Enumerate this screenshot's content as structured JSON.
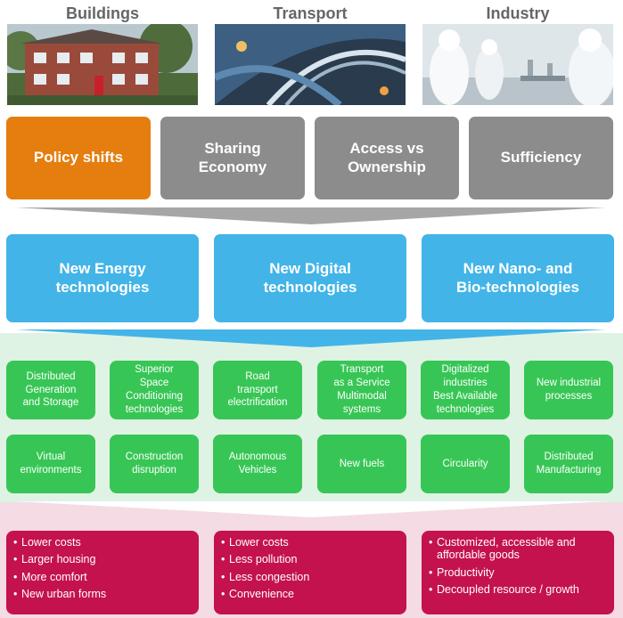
{
  "sectors": [
    {
      "title": "Buildings",
      "photo_icon": "building-photo"
    },
    {
      "title": "Transport",
      "photo_icon": "transport-photo"
    },
    {
      "title": "Industry",
      "photo_icon": "industry-photo"
    }
  ],
  "drivers": [
    {
      "label": "Policy shifts",
      "color": "#e57e0f"
    },
    {
      "label": "Sharing Economy",
      "color": "#8c8c8c"
    },
    {
      "label": "Access vs Ownership",
      "color": "#8c8c8c"
    },
    {
      "label": "Sufficiency",
      "color": "#8c8c8c"
    }
  ],
  "technologies": [
    {
      "label": "New Energy technologies"
    },
    {
      "label": "New Digital technologies"
    },
    {
      "label": "New Nano- and Bio-technologies"
    }
  ],
  "innovations": {
    "row1": [
      {
        "lines": [
          "Distributed",
          "Generation",
          "and Storage"
        ]
      },
      {
        "lines": [
          "Superior",
          "Space",
          "Conditioning",
          "technologies"
        ]
      },
      {
        "lines": [
          "Road",
          "transport",
          "electrification"
        ]
      },
      {
        "lines": [
          "Transport",
          "as a Service",
          "Multimodal",
          "systems"
        ]
      },
      {
        "lines": [
          "Digitalized",
          "industries",
          "Best Available",
          "technologies"
        ]
      },
      {
        "lines": [
          "New industrial",
          "processes"
        ]
      }
    ],
    "row2": [
      {
        "lines": [
          "Virtual",
          "environments"
        ]
      },
      {
        "lines": [
          "Construction",
          "disruption"
        ]
      },
      {
        "lines": [
          "Autonomous",
          "Vehicles"
        ]
      },
      {
        "lines": [
          "New fuels"
        ]
      },
      {
        "lines": [
          "Circularity"
        ]
      },
      {
        "lines": [
          "Distributed",
          "Manufacturing"
        ]
      }
    ]
  },
  "benefits": [
    {
      "items": [
        "Lower costs",
        "Larger housing",
        "More comfort",
        "New urban forms"
      ]
    },
    {
      "items": [
        "Lower costs",
        "Less pollution",
        "Less congestion",
        "Convenience"
      ]
    },
    {
      "items": [
        "Customized, accessible and affordable goods",
        "Productivity",
        "Decoupled resource / growth"
      ]
    }
  ],
  "colors": {
    "driver_orange": "#e57e0f",
    "driver_gray": "#8c8c8c",
    "tech_blue": "#43b4e8",
    "innovation_green": "#37c655",
    "benefit_crimson": "#c4124f",
    "band_green": "#dff3e4",
    "band_pink": "#f4dbe4"
  }
}
